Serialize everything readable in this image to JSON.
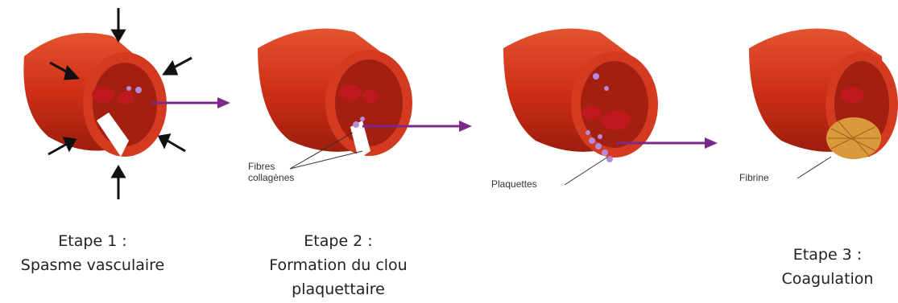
{
  "colors": {
    "vessel_outer": "#d8371c",
    "vessel_dark": "#9c1e0c",
    "vessel_inner": "#b7260f",
    "cell": "#c01820",
    "platelet": "#b58ad8",
    "arrow_purple": "#7b2a8a",
    "arrow_black": "#111111",
    "fibrin": "#d89a3a"
  },
  "labels": {
    "collagen": "Fibres\ncollagènes",
    "platelets": "Plaquettes",
    "fibrin": "Fibrine"
  },
  "steps": [
    {
      "title": "Etape 1 :",
      "subtitle": "Spasme vasculaire"
    },
    {
      "title": "Etape 2 :",
      "subtitle": "Formation du clou",
      "subtitle2": "plaquettaire"
    },
    {
      "title": "Etape 3 :",
      "subtitle": "Coagulation"
    }
  ]
}
